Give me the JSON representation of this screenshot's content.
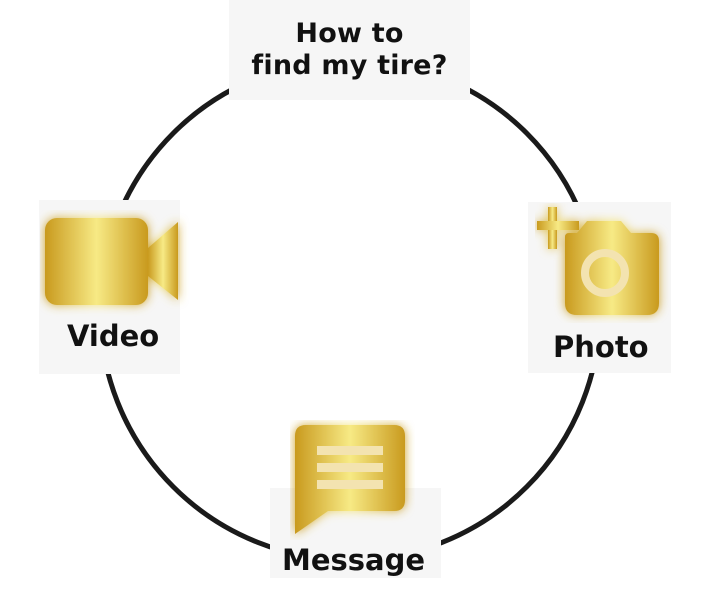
{
  "title": {
    "line1": "How to",
    "line2": "find my tire?"
  },
  "options": [
    {
      "label": "Video",
      "icon": "video-camera-icon"
    },
    {
      "label": "Photo",
      "icon": "camera-add-icon"
    },
    {
      "label": "Message",
      "icon": "message-bubble-icon"
    }
  ],
  "colors": {
    "ring": "#1a1a1a",
    "box_background": "#f6f6f6",
    "gold_dark": "#c99a1e",
    "gold_light": "#f7ea85",
    "text": "#111111"
  }
}
